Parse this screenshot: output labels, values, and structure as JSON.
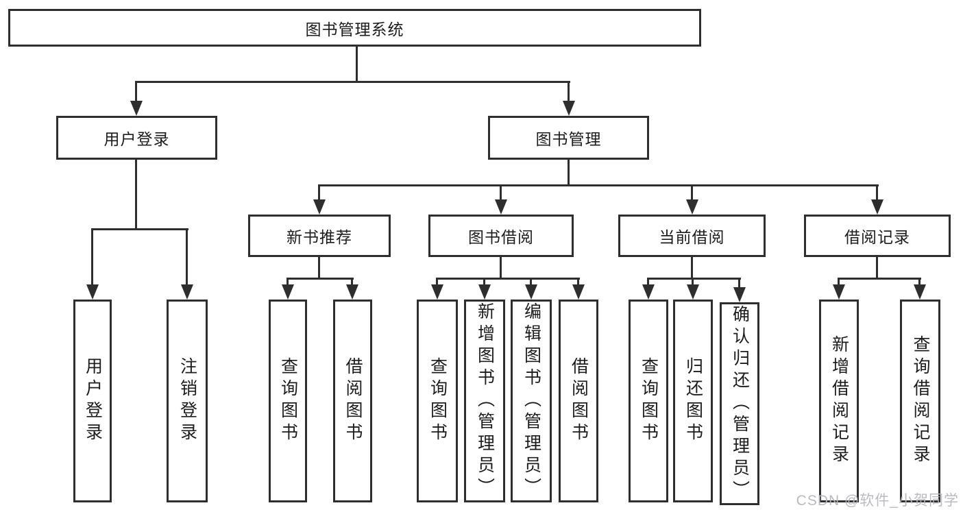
{
  "diagram": {
    "tree": {
      "root": "图书管理系统",
      "branches": [
        {
          "label": "用户登录",
          "children": [
            "用户登录",
            "注销登录"
          ]
        },
        {
          "label": "图书管理",
          "children": [
            {
              "label": "新书推荐",
              "children": [
                "查询图书",
                "借阅图书"
              ]
            },
            {
              "label": "图书借阅",
              "children": [
                "查询图书",
                "新增图书（管理员）",
                "编辑图书（管理员）",
                "借阅图书"
              ]
            },
            {
              "label": "当前借阅",
              "children": [
                "查询图书",
                "归还图书",
                "确认归还（管理员）"
              ]
            },
            {
              "label": "借阅记录",
              "children": [
                "新增借阅记录",
                "查询借阅记录"
              ]
            }
          ]
        }
      ]
    },
    "watermark": "CSDN @软件_小贺同学",
    "colors": {
      "line": "#2e2e2e",
      "box_border": "#2e2e2e",
      "box_fill": "#ffffff",
      "text": "#1c1c1c",
      "background": "#ffffff",
      "watermark": "#b8b5bb"
    }
  }
}
